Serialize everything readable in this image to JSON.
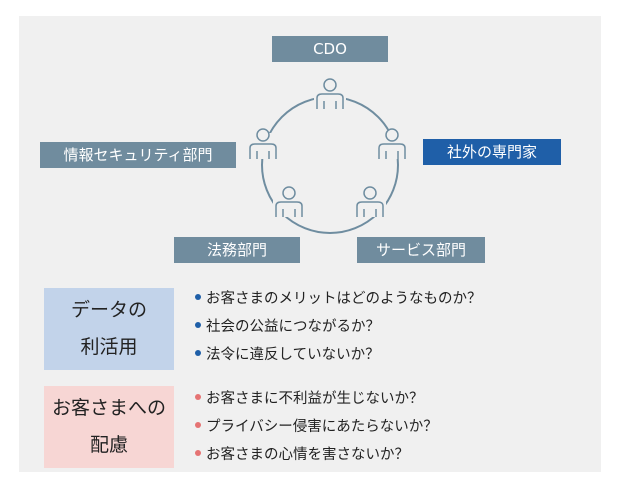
{
  "diagram": {
    "roles": {
      "cdo": "CDO",
      "security": "情報セキュリティ部門",
      "external": "社外の専門家",
      "legal": "法務部門",
      "service": "サービス部門"
    }
  },
  "sections": [
    {
      "title_line1": "データの",
      "title_line2": "利活用",
      "items": [
        "お客さまのメリットはどのようなものか？",
        "社会の公益につながるか？",
        "法令に違反していないか？"
      ]
    },
    {
      "title_line1": "お客さまへの",
      "title_line2": "配慮",
      "items": [
        "お客さまに不利益が生じないか？",
        "プライバシー侵害にあたらないか？",
        "お客さまの心情を害さないか？"
      ]
    }
  ],
  "colors": {
    "panel": "#f0f0f0",
    "role_label": "#708c9e",
    "external_label": "#1f5fa8",
    "section1_bg": "#c2d3ea",
    "section2_bg": "#f7d6d4",
    "bullet_blue": "#1f5fa8",
    "bullet_pink": "#e57373",
    "person_stroke": "#6f8da0"
  },
  "icons": {
    "person": "person-icon",
    "bullet": "bullet-dot"
  }
}
